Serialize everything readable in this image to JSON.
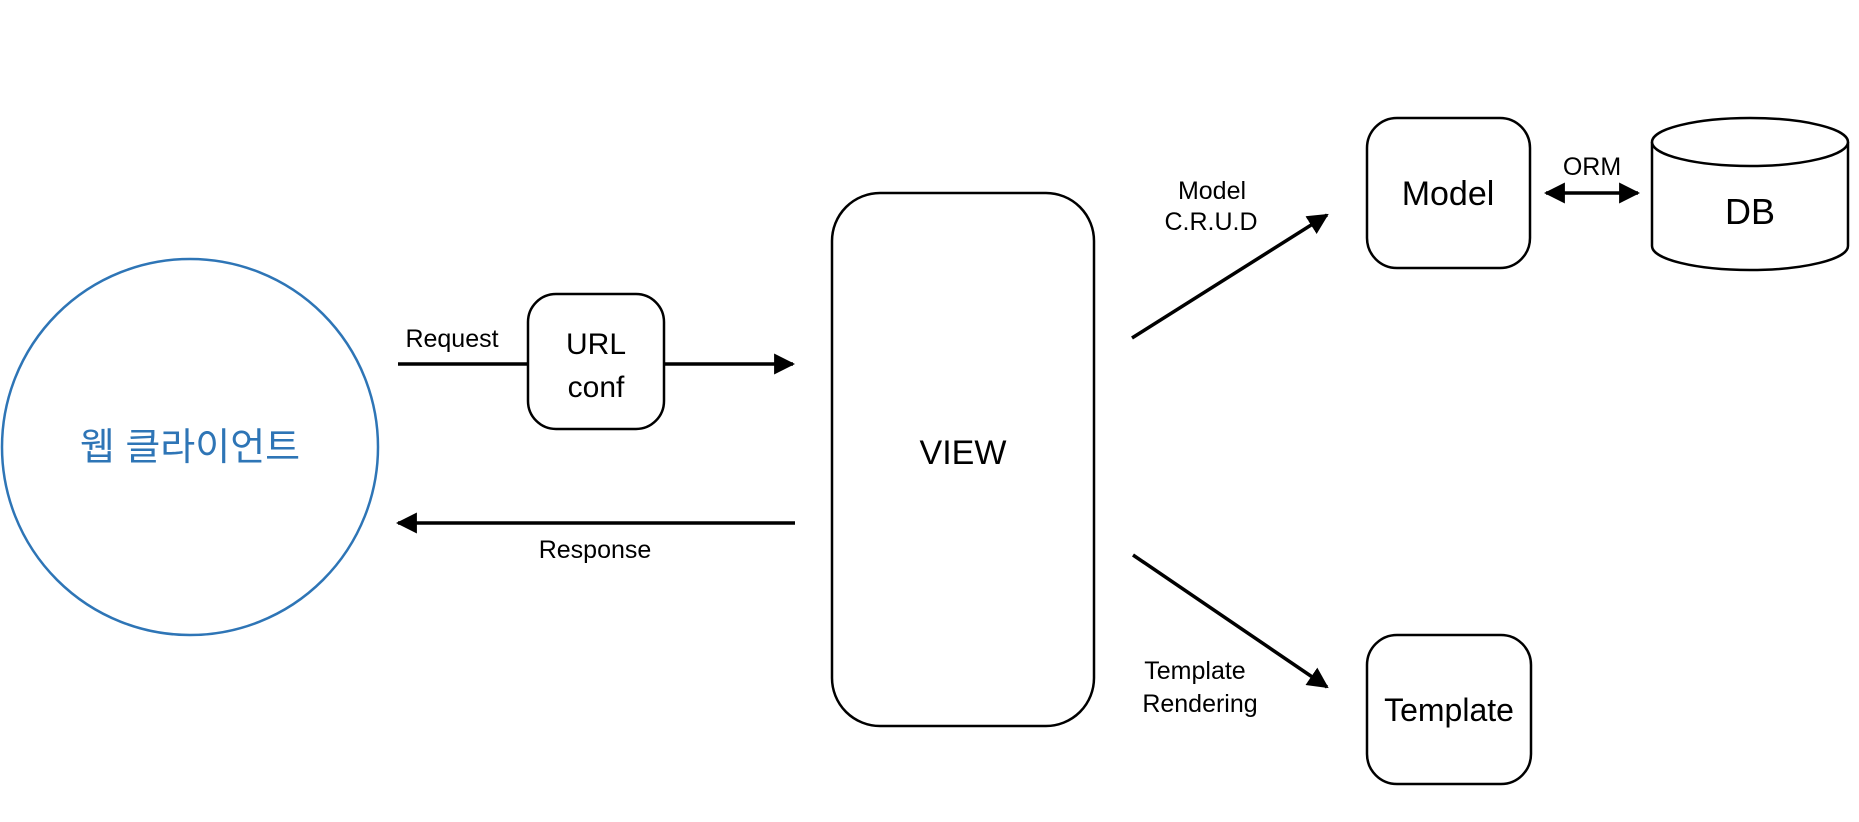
{
  "colors": {
    "accent_blue": "#2E75B6",
    "diagram_black": "#000000",
    "background": "#FFFFFF"
  },
  "nodes": {
    "web_client": {
      "label": "웹 클라이언트"
    },
    "url_conf": {
      "line1": "URL",
      "line2": "conf"
    },
    "view": {
      "label": "VIEW"
    },
    "model": {
      "label": "Model"
    },
    "db": {
      "label": "DB"
    },
    "template": {
      "label": "Template"
    }
  },
  "edges": {
    "request": {
      "label": "Request"
    },
    "response": {
      "label": "Response"
    },
    "model_crud": {
      "line1": "Model",
      "line2": "C.R.U.D"
    },
    "orm": {
      "label": "ORM"
    },
    "template_rendering": {
      "line1": "Template",
      "line2": "Rendering"
    }
  }
}
